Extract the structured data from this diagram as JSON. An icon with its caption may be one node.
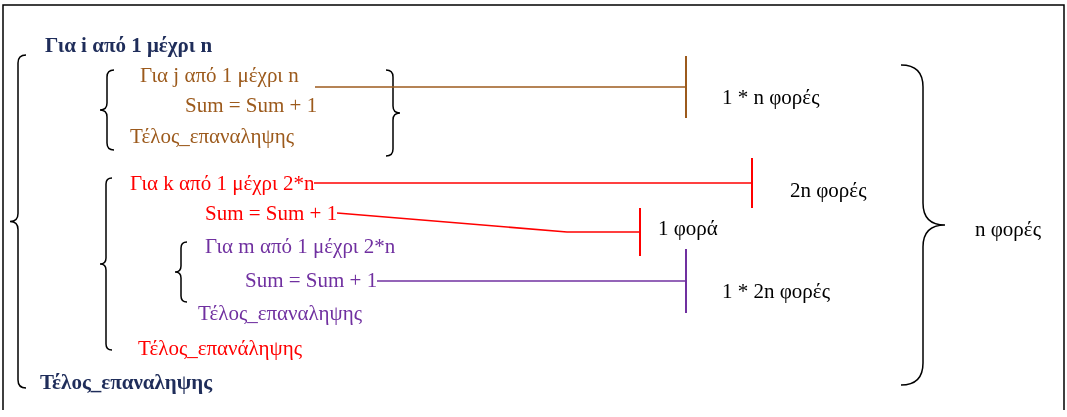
{
  "diagram": {
    "nodes": [
      {
        "text": [
          "Για i από 1 μέχρι n"
        ]
      },
      {
        "text": [
          "Για j από 1 μέχρι n"
        ]
      },
      {
        "text": [
          "Sum = Sum + 1"
        ]
      },
      {
        "text": [
          "Τέλος_επαναληψης"
        ]
      },
      {
        "text": [
          "Για k από 1 μέχρι 2*n"
        ]
      },
      {
        "text": [
          "Sum = Sum + 1"
        ]
      },
      {
        "text": [
          "Για m από 1 μέχρι 2*n"
        ]
      },
      {
        "text": [
          "Sum = Sum + 1"
        ]
      },
      {
        "text": [
          "Τέλος_επαναληψης"
        ]
      },
      {
        "text": [
          "Τέλος_επανάληψης"
        ]
      },
      {
        "text": [
          "Τέλος_επαναληψης"
        ]
      },
      {
        "text": [
          "1 * n φορές"
        ]
      },
      {
        "text": [
          "2n φορές"
        ]
      },
      {
        "text": [
          "1 φορά"
        ]
      },
      {
        "text": [
          "1 * 2n φορές"
        ]
      },
      {
        "text": [
          "n φορές"
        ]
      }
    ],
    "edges": [
      {
        "from": 1,
        "to": 11,
        "arrow": "other",
        "color": "#9c5a1c"
      },
      {
        "from": 4,
        "to": 12,
        "arrow": "other",
        "color": "#ff0000"
      },
      {
        "from": 5,
        "to": 13,
        "arrow": "other",
        "color": "#ff0000"
      },
      {
        "from": 7,
        "to": 14,
        "arrow": "other",
        "color": "#7030a0"
      }
    ]
  }
}
